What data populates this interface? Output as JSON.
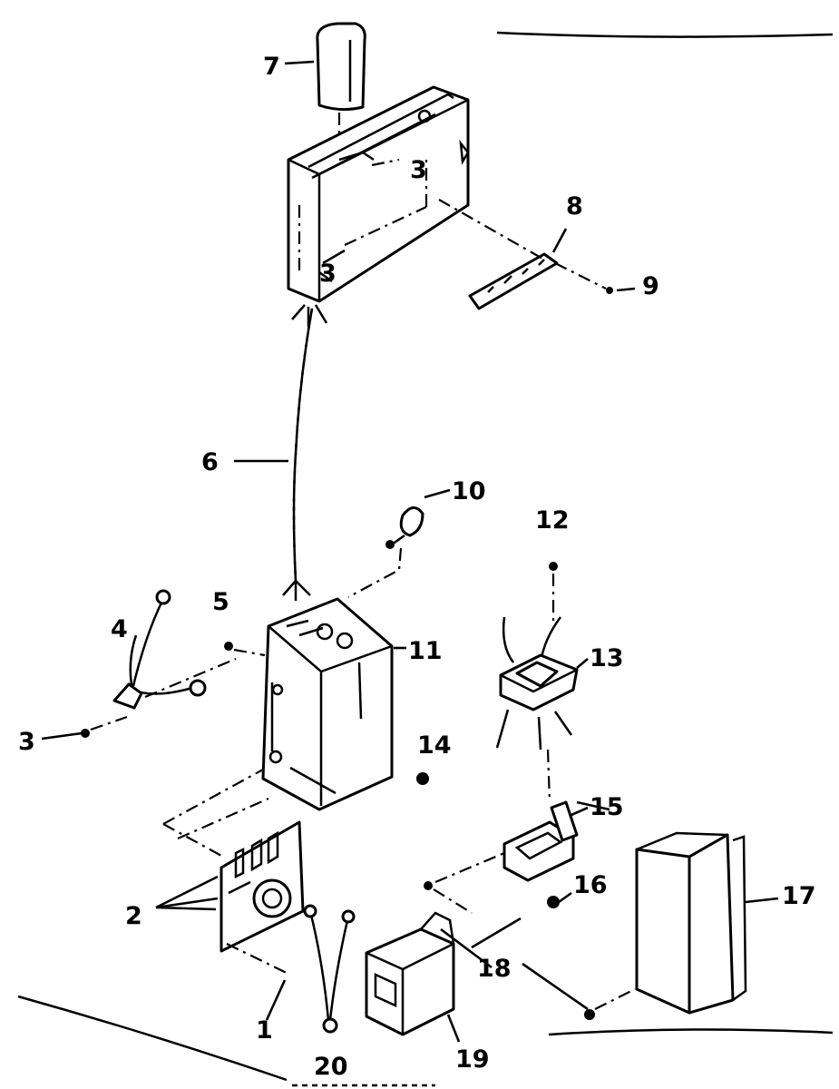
{
  "diagram": {
    "callouts": {
      "c1": "1",
      "c2": "2",
      "c3a": "3",
      "c3b": "3",
      "c3c": "3",
      "c4": "4",
      "c5": "5",
      "c6": "6",
      "c7": "7",
      "c8": "8",
      "c9": "9",
      "c10": "10",
      "c11": "11",
      "c12": "12",
      "c13": "13",
      "c14": "14",
      "c15": "15",
      "c16": "16",
      "c17": "17",
      "c18": "18",
      "c19": "19",
      "c20": "20"
    }
  }
}
